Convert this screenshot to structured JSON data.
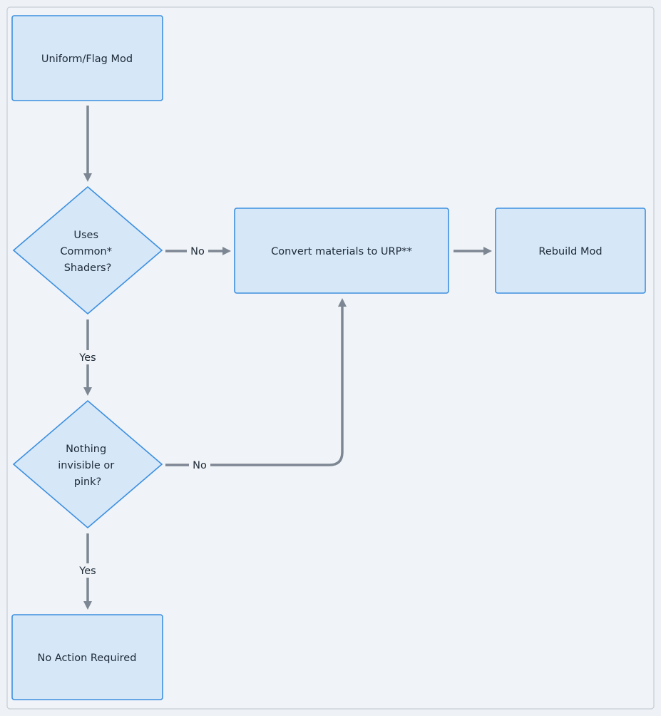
{
  "diagram": {
    "type": "flowchart",
    "colors": {
      "background": "#f0f4f8",
      "node_fill": "#d6e7f8",
      "node_stroke": "#3c8fe0",
      "edge": "#7d8793",
      "text": "#1e2a36"
    },
    "nodes": {
      "start": {
        "shape": "rect",
        "lines": [
          "Uniform/Flag Mod"
        ]
      },
      "shaders": {
        "shape": "diamond",
        "lines": [
          "Uses",
          "Common*",
          "Shaders?"
        ]
      },
      "convert": {
        "shape": "rect",
        "lines": [
          "Convert materials to URP**"
        ]
      },
      "rebuild": {
        "shape": "rect",
        "lines": [
          "Rebuild Mod"
        ]
      },
      "nothing": {
        "shape": "diamond",
        "lines": [
          "Nothing",
          "invisible or",
          "pink?"
        ]
      },
      "noaction": {
        "shape": "rect",
        "lines": [
          "No Action Required"
        ]
      }
    },
    "edges": [
      {
        "id": "start-shaders",
        "from": "start",
        "to": "shaders",
        "label": ""
      },
      {
        "id": "shaders-convert",
        "from": "shaders",
        "to": "convert",
        "label": "No"
      },
      {
        "id": "convert-rebuild",
        "from": "convert",
        "to": "rebuild",
        "label": ""
      },
      {
        "id": "shaders-nothing",
        "from": "shaders",
        "to": "nothing",
        "label": "Yes"
      },
      {
        "id": "nothing-convert",
        "from": "nothing",
        "to": "convert",
        "label": "No"
      },
      {
        "id": "nothing-noaction",
        "from": "nothing",
        "to": "noaction",
        "label": "Yes"
      }
    ]
  }
}
